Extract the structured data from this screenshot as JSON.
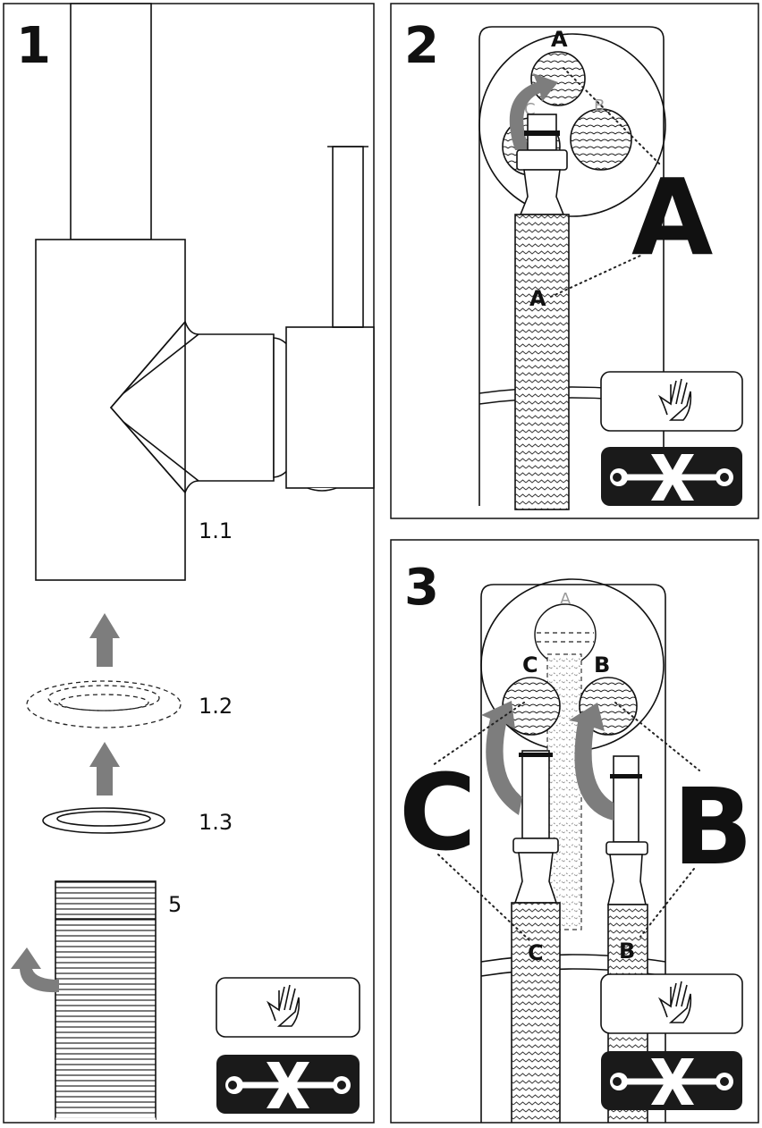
{
  "step1": {
    "number": "1",
    "labels": {
      "outlet": "1.1",
      "seal": "1.2",
      "washer": "1.3",
      "hose": "5"
    },
    "hand_icon": "hand-tighten-icon",
    "no_tool_icon": "no-wrench-icon"
  },
  "step2": {
    "number": "2",
    "ports": {
      "a": "A",
      "b": "B",
      "c": "C"
    },
    "big_letter": "A",
    "hose_letter": "A",
    "hand_icon": "hand-tighten-icon",
    "no_tool_icon": "no-wrench-icon"
  },
  "step3": {
    "number": "3",
    "ports": {
      "a": "A",
      "b": "B",
      "c": "C"
    },
    "big_left": "C",
    "big_right": "B",
    "hose_left": "C",
    "hose_right": "B",
    "hand_icon": "hand-tighten-icon",
    "no_tool_icon": "no-wrench-icon"
  },
  "colors": {
    "line": "#111111",
    "arrow": "#7d7d7d",
    "badge": "#1a1a1a"
  }
}
